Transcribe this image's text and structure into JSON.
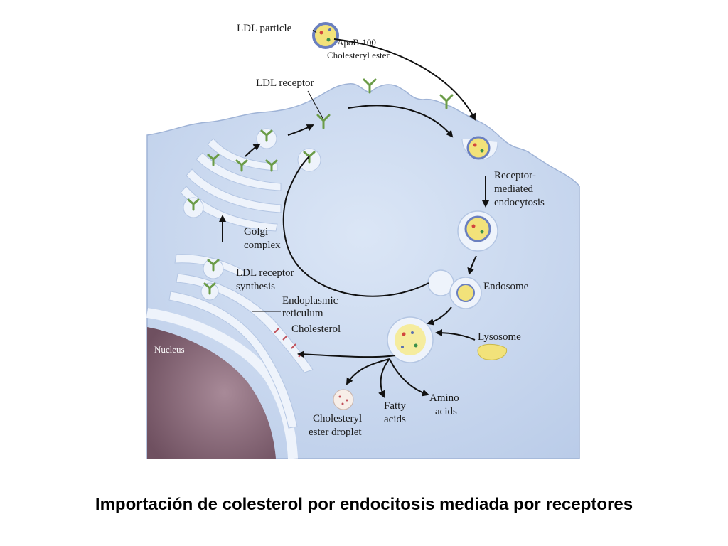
{
  "caption": "Importación de colesterol por endocitosis mediada por receptores",
  "labels": {
    "ldl_particle": "LDL particle",
    "apob": "ApoB-100",
    "chol_ester": "Cholesteryl ester",
    "ldl_receptor": "LDL receptor",
    "receptor_mediated_1": "Receptor-",
    "receptor_mediated_2": "mediated",
    "receptor_mediated_3": "endocytosis",
    "golgi_1": "Golgi",
    "golgi_2": "complex",
    "synthesis_1": "LDL receptor",
    "synthesis_2": "synthesis",
    "er_1": "Endoplasmic",
    "er_2": "reticulum",
    "cholesterol": "Cholesterol",
    "endosome": "Endosome",
    "lysosome": "Lysosome",
    "nucleus": "Nucleus",
    "fatty_1": "Fatty",
    "fatty_2": "acids",
    "amino_1": "Amino",
    "amino_2": "acids",
    "droplet_1": "Cholesteryl",
    "droplet_2": "ester droplet"
  },
  "colors": {
    "cytoplasm": "#c9d8ef",
    "membrane": "#e6eef9",
    "nucleus": "#8a6a78",
    "receptor": "#7fae5a",
    "lysosome": "#f2e27a",
    "arrow": "#111111"
  }
}
